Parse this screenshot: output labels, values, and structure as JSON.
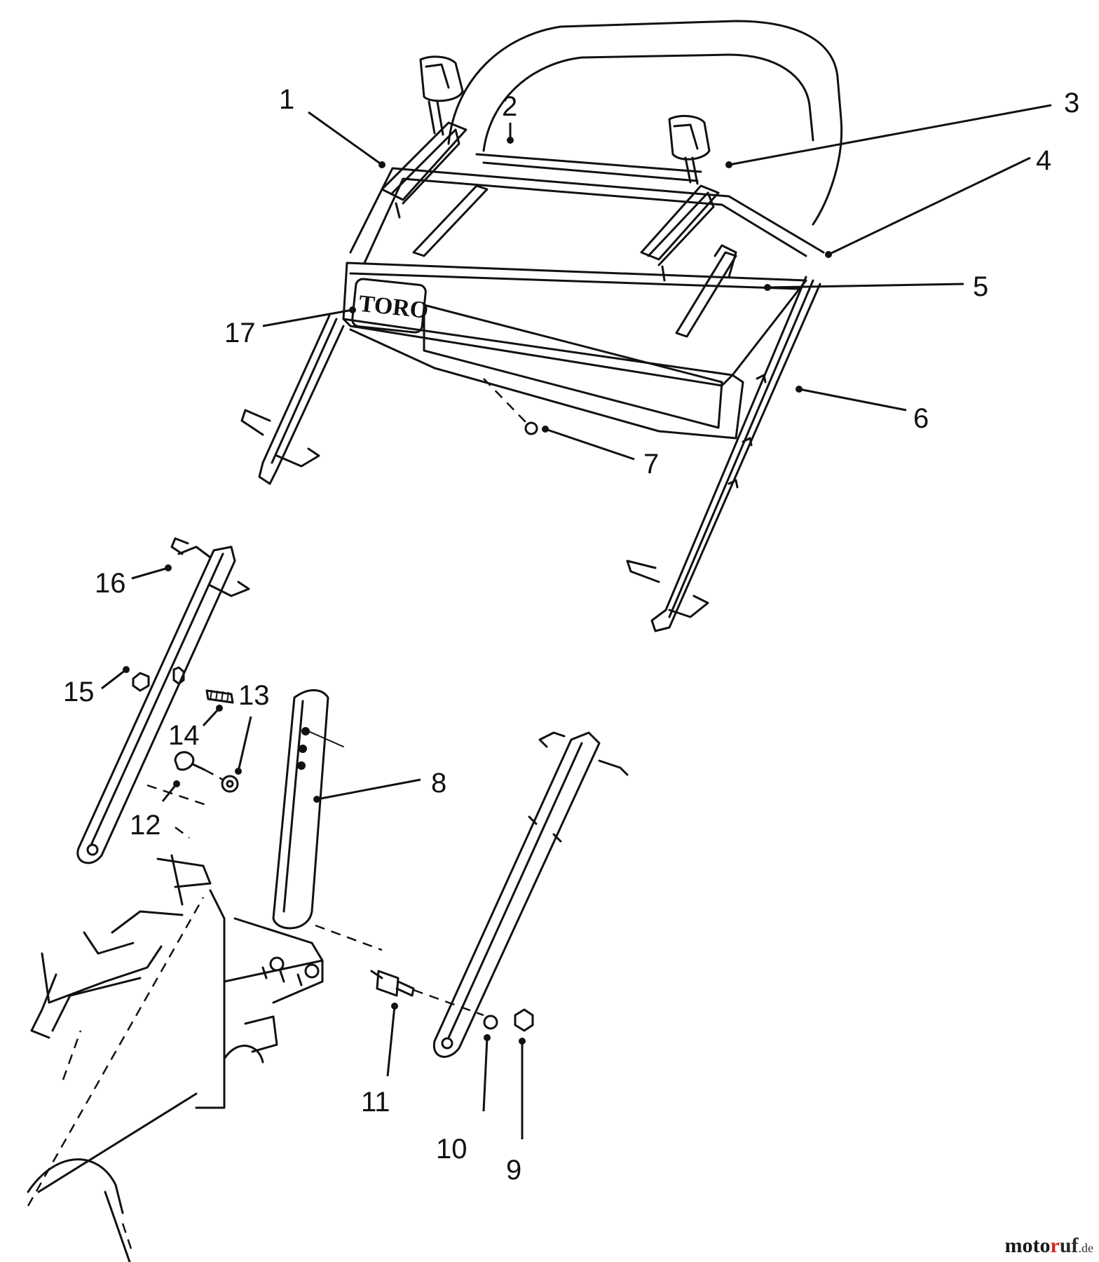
{
  "diagram": {
    "logo_text": "TORO",
    "callouts": [
      "1",
      "2",
      "3",
      "4",
      "5",
      "6",
      "7",
      "8",
      "9",
      "10",
      "11",
      "12",
      "13",
      "14",
      "15",
      "16",
      "17"
    ]
  },
  "watermark": {
    "part1": "moto",
    "part2": "r",
    "part3": "uf",
    "suffix": ".de"
  }
}
